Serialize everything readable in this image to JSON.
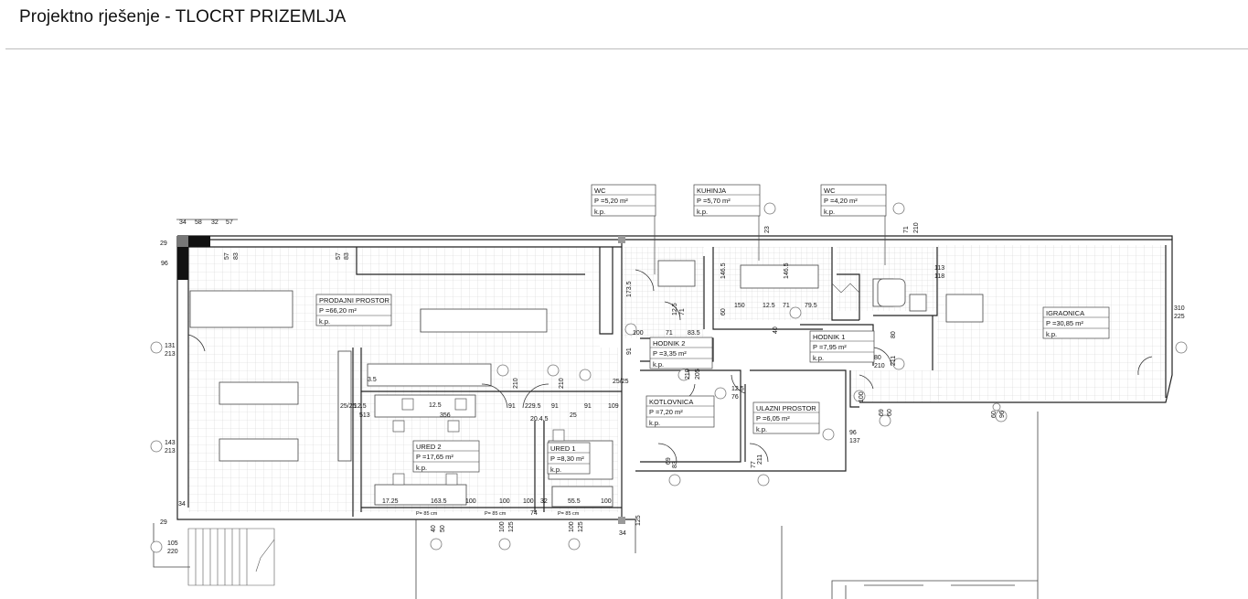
{
  "header": {
    "title": "Projektno rješenje - TLOCRT PRIZEMLJA"
  },
  "rooms": [
    {
      "id": "prodajni",
      "name": "PRODAJNI PROSTOR",
      "area": "P =66,20 m²",
      "floor": "k.p."
    },
    {
      "id": "wc1",
      "name": "WC",
      "area": "P =5,20 m²",
      "floor": "k.p."
    },
    {
      "id": "kuhinja",
      "name": "KUHINJA",
      "area": "P =5,70 m²",
      "floor": "k.p."
    },
    {
      "id": "wc2",
      "name": "WC",
      "area": "P =4,20 m²",
      "floor": "k.p."
    },
    {
      "id": "igraonica",
      "name": "IGRAONICA",
      "area": "P =30,85 m²",
      "floor": "k.p."
    },
    {
      "id": "hodnik2",
      "name": "HODNIK 2",
      "area": "P =3,35 m²",
      "floor": "k.p."
    },
    {
      "id": "hodnik1",
      "name": "HODNIK 1",
      "area": "P =7,95 m²",
      "floor": "k.p."
    },
    {
      "id": "kotlovnica",
      "name": "KOTLOVNICA",
      "area": "P =7,20 m²",
      "floor": "k.p."
    },
    {
      "id": "ulazni",
      "name": "ULAZNI PROSTOR",
      "area": "P =6,05 m²",
      "floor": "k.p."
    },
    {
      "id": "ured2",
      "name": "URED 2",
      "area": "P =17,65 m²",
      "floor": "k.p."
    },
    {
      "id": "ured1",
      "name": "URED 1",
      "area": "P =8,30 m²",
      "floor": "k.p."
    }
  ],
  "dimensions": {
    "top": [
      "34",
      "58",
      "32",
      "57"
    ],
    "left": [
      "29",
      "96",
      "34",
      "29"
    ],
    "misc": [
      "57",
      "83",
      "57",
      "83",
      "173.5",
      "146.5",
      "146.5",
      "150",
      "12.5",
      "71",
      "79.5",
      "60",
      "100",
      "71",
      "83.5",
      "91",
      "91",
      "210",
      "91",
      "210",
      "91",
      "109",
      "25",
      "229.5",
      "20.4.5",
      "12.5",
      "356",
      "513",
      "3.5",
      "25/25",
      "25/25",
      "12.5",
      "17.25",
      "163.5",
      "100",
      "100",
      "100",
      "32",
      "55.5",
      "100",
      "74",
      "12.5",
      "76",
      "210",
      "205",
      "69",
      "83",
      "211",
      "77",
      "211",
      "80",
      "210",
      "80",
      "69",
      "60",
      "60",
      "96",
      "137",
      "113",
      "118",
      "71",
      "210",
      "40",
      "50",
      "100",
      "125",
      "100",
      "125",
      "100",
      "125",
      "34",
      "23",
      "40",
      "12.5",
      "71",
      "210"
    ],
    "openings": [
      {
        "w": "131",
        "h": "213"
      },
      {
        "w": "143",
        "h": "213"
      },
      {
        "w": "105",
        "h": "220"
      },
      {
        "w": "310",
        "h": "225"
      }
    ],
    "sill": [
      "P= 85 cm",
      "P= 85 cm",
      "P= 85 cm"
    ]
  }
}
